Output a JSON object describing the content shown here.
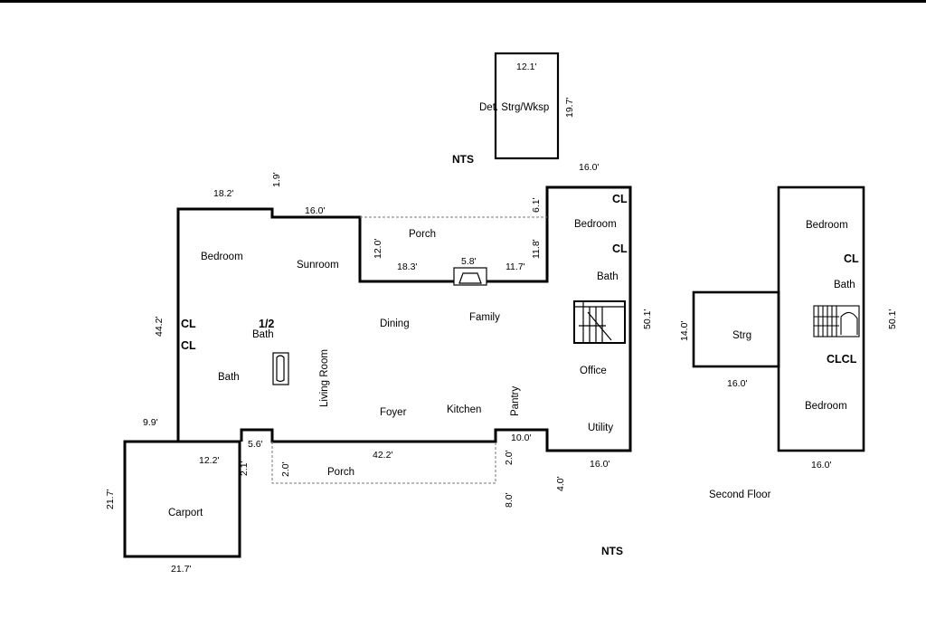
{
  "rooms": {
    "det_storage": "Det. Strg/Wksp",
    "porch_top": "Porch",
    "bedroom_left": "Bedroom",
    "sunroom": "Sunroom",
    "half_bath_1": "1/2",
    "half_bath_2": "Bath",
    "bath_left": "Bath",
    "living_room": "Living Room",
    "dining": "Dining",
    "family": "Family",
    "foyer": "Foyer",
    "kitchen": "Kitchen",
    "pantry": "Pantry",
    "bedroom_right": "Bedroom",
    "bath_right": "Bath",
    "office": "Office",
    "utility": "Utility",
    "porch_bottom": "Porch",
    "carport": "Carport",
    "second_floor_strg": "Strg",
    "second_floor_bedroom_top": "Bedroom",
    "second_floor_bath": "Bath",
    "second_floor_bedroom_bottom": "Bedroom",
    "second_floor_caption": "Second Floor"
  },
  "closets": {
    "left_1": "CL",
    "left_2": "CL",
    "right_1": "CL",
    "right_2": "CL",
    "second_1": "CL",
    "second_2": "CLCL"
  },
  "dimensions": {
    "det_width": "12.1'",
    "det_height": "19.7'",
    "top_right_width": "16.0'",
    "top_left_width": "18.2'",
    "step_1_9": "1.9'",
    "sunroom_width": "16.0'",
    "porch_right_6_1": "6.1'",
    "porch_depth_left": "12.0'",
    "porch_18_3": "18.3'",
    "porch_5_8": "5.8'",
    "porch_11_7": "11.7'",
    "porch_depth_right": "11.8'",
    "left_depth": "44.2'",
    "right_depth": "50.1'",
    "left_offset_9_9": "9.9'",
    "step_5_6": "5.6'",
    "porch_bottom_width": "42.2'",
    "step_10_0": "10.0'",
    "bottom_right_width": "16.0'",
    "carport_12_2": "12.2'",
    "step_2_1": "2.1'",
    "porch_bottom_2_0_left": "2.0'",
    "porch_bottom_2_0_right": "2.0'",
    "porch_8_0": "8.0'",
    "step_4_0": "4.0'",
    "carport_depth": "21.7'",
    "carport_width": "21.7'",
    "strg_depth": "14.0'",
    "strg_width": "16.0'",
    "second_depth": "50.1'",
    "second_width": "16.0'"
  },
  "notes": {
    "nts_top": "NTS",
    "nts_bottom": "NTS"
  }
}
